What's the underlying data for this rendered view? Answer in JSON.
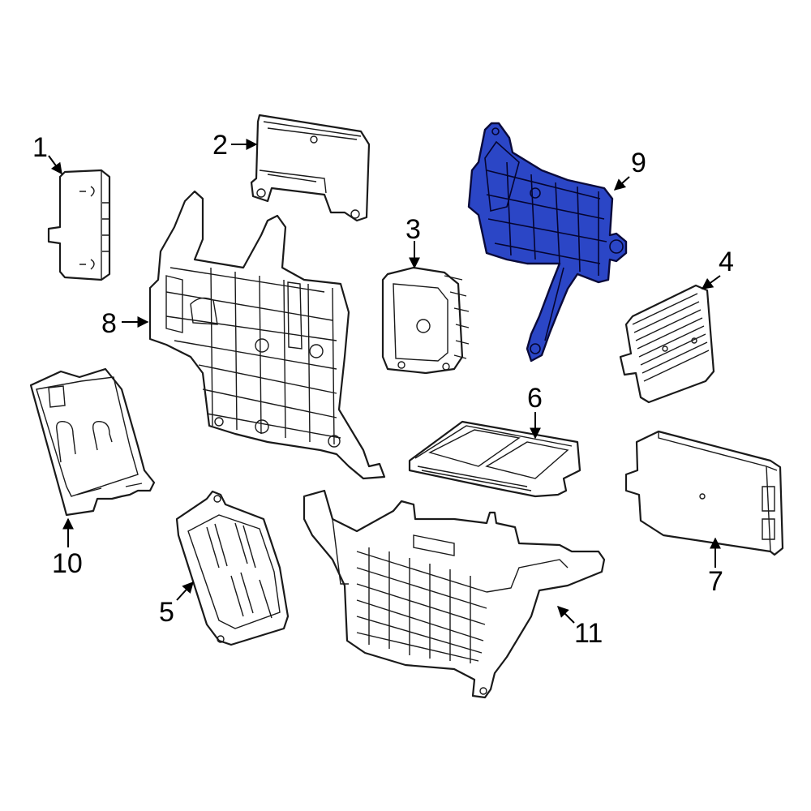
{
  "diagram": {
    "highlight_color": "#2b46c6",
    "callouts": [
      {
        "id": "1",
        "label": "1"
      },
      {
        "id": "2",
        "label": "2"
      },
      {
        "id": "3",
        "label": "3"
      },
      {
        "id": "4",
        "label": "4"
      },
      {
        "id": "5",
        "label": "5"
      },
      {
        "id": "6",
        "label": "6"
      },
      {
        "id": "7",
        "label": "7"
      },
      {
        "id": "8",
        "label": "8"
      },
      {
        "id": "9",
        "label": "9"
      },
      {
        "id": "10",
        "label": "10"
      },
      {
        "id": "11",
        "label": "11"
      }
    ],
    "highlighted_part": "9"
  }
}
